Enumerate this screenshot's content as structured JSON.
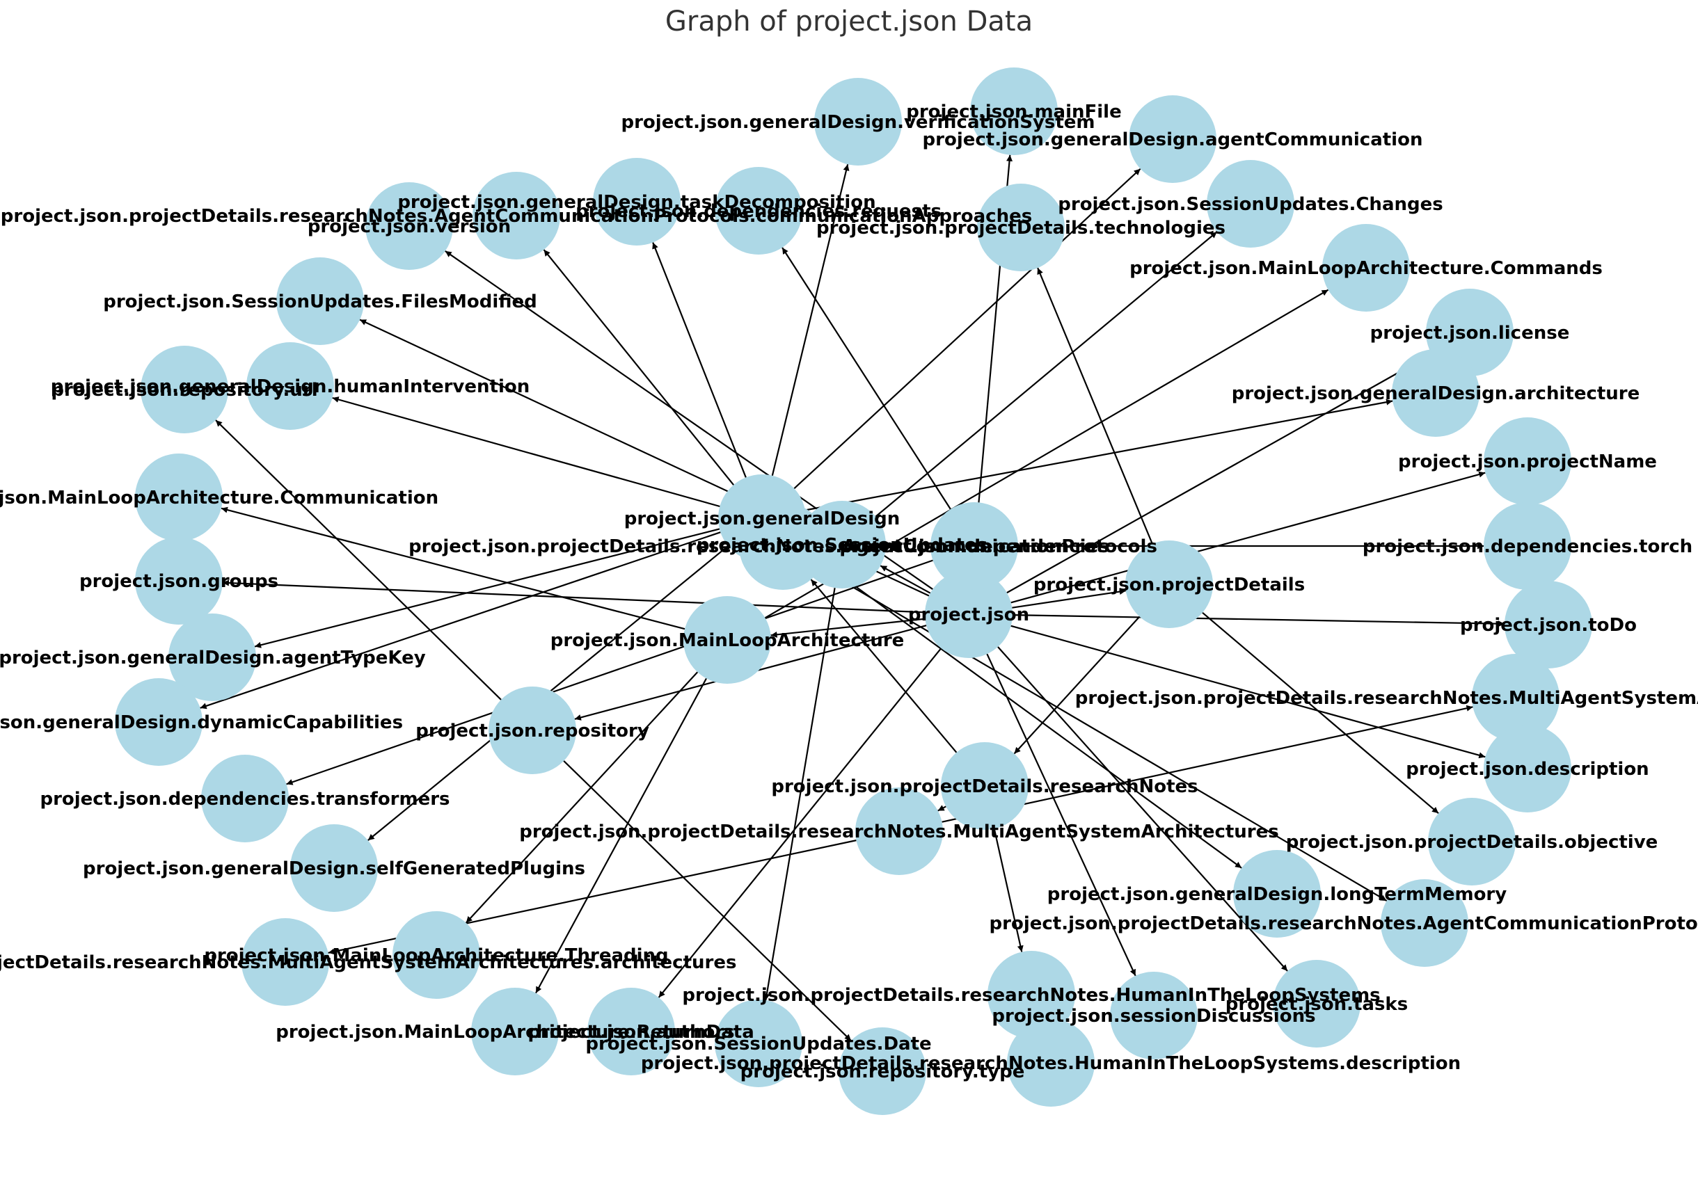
{
  "title": "Graph of project.json Data",
  "colors": {
    "node_fill": "#add8e6",
    "edge": "#000000",
    "label": "#000000"
  },
  "nodes": [
    {
      "id": "root",
      "label": "project.json"
    },
    {
      "id": "genDesign",
      "label": "project.json.generalDesign"
    },
    {
      "id": "deps",
      "label": "project.json.dependencies"
    },
    {
      "id": "sessUpd",
      "label": "project.json.SessionUpdates"
    },
    {
      "id": "projDetails",
      "label": "project.json.projectDetails"
    },
    {
      "id": "mainLoop",
      "label": "project.json.MainLoopArchitecture"
    },
    {
      "id": "repo",
      "label": "project.json.repository"
    },
    {
      "id": "researchNotes",
      "label": "project.json.projectDetails.researchNotes"
    },
    {
      "id": "acp",
      "label": "project.json.projectDetails.researchNotes.AgentCommunicationProtocols"
    },
    {
      "id": "masa",
      "label": "project.json.projectDetails.researchNotes.MultiAgentSystemArchitectures"
    },
    {
      "id": "version",
      "label": "project.json.version"
    },
    {
      "id": "acpTop",
      "label": "project.json.projectDetails.researchNotes.AgentCommunicationProtocols.communicationApproaches"
    },
    {
      "id": "taskDecomp",
      "label": "project.json.generalDesign.taskDecomposition"
    },
    {
      "id": "depsReq",
      "label": "project.json.dependencies.requests"
    },
    {
      "id": "verif",
      "label": "project.json.generalDesign.verificationSystem"
    },
    {
      "id": "mainFile",
      "label": "project.json.mainFile"
    },
    {
      "id": "technologies",
      "label": "project.json.projectDetails.technologies"
    },
    {
      "id": "agentComm",
      "label": "project.json.generalDesign.agentCommunication"
    },
    {
      "id": "changes",
      "label": "project.json.SessionUpdates.Changes"
    },
    {
      "id": "commands",
      "label": "project.json.MainLoopArchitecture.Commands"
    },
    {
      "id": "filesMod",
      "label": "project.json.SessionUpdates.FilesModified"
    },
    {
      "id": "license",
      "label": "project.json.license"
    },
    {
      "id": "repoUrl",
      "label": "project.json.repository.url"
    },
    {
      "id": "humanInt",
      "label": "project.json.generalDesign.humanIntervention"
    },
    {
      "id": "arch",
      "label": "project.json.generalDesign.architecture"
    },
    {
      "id": "projName",
      "label": "project.json.projectName"
    },
    {
      "id": "mlComm",
      "label": "project.json.MainLoopArchitecture.Communication"
    },
    {
      "id": "torch",
      "label": "project.json.dependencies.torch"
    },
    {
      "id": "groups",
      "label": "project.json.groups"
    },
    {
      "id": "toDo",
      "label": "project.json.toDo"
    },
    {
      "id": "agentTypeKey",
      "label": "project.json.generalDesign.agentTypeKey"
    },
    {
      "id": "masaRight",
      "label": "project.json.projectDetails.researchNotes.MultiAgentSystemArchitectures.description"
    },
    {
      "id": "dynCap",
      "label": "project.json.generalDesign.dynamicCapabilities"
    },
    {
      "id": "description",
      "label": "project.json.description"
    },
    {
      "id": "transformers",
      "label": "project.json.dependencies.transformers"
    },
    {
      "id": "objective",
      "label": "project.json.projectDetails.objective"
    },
    {
      "id": "selfGen",
      "label": "project.json.generalDesign.selfGeneratedPlugins"
    },
    {
      "id": "longTerm",
      "label": "project.json.generalDesign.longTermMemory"
    },
    {
      "id": "acpBottom",
      "label": "project.json.projectDetails.researchNotes.AgentCommunicationProtocols.description"
    },
    {
      "id": "masaArch",
      "label": "project.json.projectDetails.researchNotes.MultiAgentSystemArchitectures.architectures"
    },
    {
      "id": "threading",
      "label": "project.json.MainLoopArchitecture.Threading"
    },
    {
      "id": "hitl",
      "label": "project.json.projectDetails.researchNotes.HumanInTheLoopSystems"
    },
    {
      "id": "sessDisc",
      "label": "project.json.sessionDiscussions"
    },
    {
      "id": "tasks",
      "label": "project.json.tasks"
    },
    {
      "id": "returnData",
      "label": "project.json.MainLoopArchitecture.ReturnData"
    },
    {
      "id": "authors",
      "label": "project.json.authors"
    },
    {
      "id": "sessDate",
      "label": "project.json.SessionUpdates.Date"
    },
    {
      "id": "hitlDesc",
      "label": "project.json.projectDetails.researchNotes.HumanInTheLoopSystems.description"
    },
    {
      "id": "repoType",
      "label": "project.json.repository.type"
    }
  ],
  "edges": [
    [
      "root",
      "version"
    ],
    [
      "root",
      "mainFile"
    ],
    [
      "root",
      "license"
    ],
    [
      "root",
      "projName"
    ],
    [
      "root",
      "groups"
    ],
    [
      "root",
      "toDo"
    ],
    [
      "root",
      "description"
    ],
    [
      "root",
      "sessDisc"
    ],
    [
      "root",
      "tasks"
    ],
    [
      "root",
      "authors"
    ],
    [
      "root",
      "genDesign"
    ],
    [
      "root",
      "deps"
    ],
    [
      "root",
      "sessUpd"
    ],
    [
      "root",
      "projDetails"
    ],
    [
      "root",
      "mainLoop"
    ],
    [
      "root",
      "repo"
    ],
    [
      "genDesign",
      "taskDecomp"
    ],
    [
      "genDesign",
      "verif"
    ],
    [
      "genDesign",
      "agentComm"
    ],
    [
      "genDesign",
      "humanInt"
    ],
    [
      "genDesign",
      "arch"
    ],
    [
      "genDesign",
      "agentTypeKey"
    ],
    [
      "genDesign",
      "dynCap"
    ],
    [
      "genDesign",
      "selfGen"
    ],
    [
      "genDesign",
      "longTerm"
    ],
    [
      "deps",
      "depsReq"
    ],
    [
      "deps",
      "torch"
    ],
    [
      "deps",
      "transformers"
    ],
    [
      "sessUpd",
      "changes"
    ],
    [
      "sessUpd",
      "filesMod"
    ],
    [
      "sessUpd",
      "sessDate"
    ],
    [
      "projDetails",
      "technologies"
    ],
    [
      "projDetails",
      "objective"
    ],
    [
      "projDetails",
      "researchNotes"
    ],
    [
      "mainLoop",
      "commands"
    ],
    [
      "mainLoop",
      "mlComm"
    ],
    [
      "mainLoop",
      "threading"
    ],
    [
      "mainLoop",
      "returnData"
    ],
    [
      "repo",
      "repoUrl"
    ],
    [
      "repo",
      "repoType"
    ],
    [
      "researchNotes",
      "acp"
    ],
    [
      "researchNotes",
      "masa"
    ],
    [
      "researchNotes",
      "hitl"
    ],
    [
      "acp",
      "acpTop"
    ],
    [
      "acp",
      "acpBottom"
    ],
    [
      "masa",
      "masaArch"
    ],
    [
      "masa",
      "masaRight"
    ],
    [
      "hitl",
      "hitlDesc"
    ]
  ]
}
